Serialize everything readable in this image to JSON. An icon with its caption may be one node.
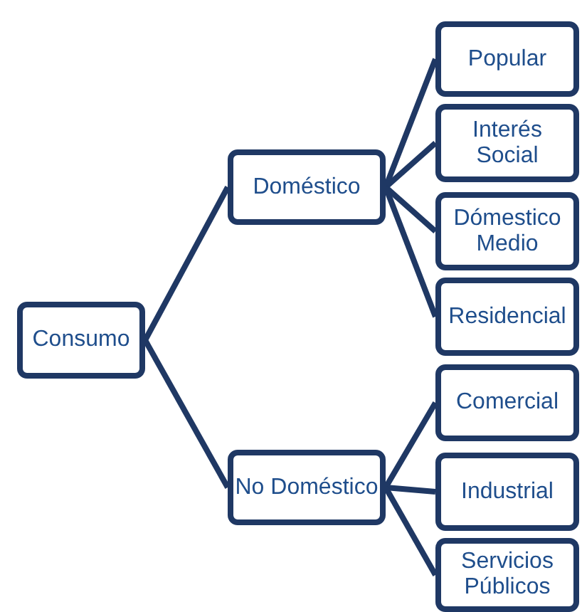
{
  "diagram": {
    "nodes": [
      {
        "text": [
          "Consumo"
        ]
      },
      {
        "text": [
          "Doméstico"
        ]
      },
      {
        "text": [
          "No Doméstico"
        ]
      },
      {
        "text": [
          "Popular"
        ]
      },
      {
        "text": [
          "Interés Social"
        ]
      },
      {
        "text": [
          "Dómestico Medio"
        ]
      },
      {
        "text": [
          "Residencial"
        ]
      },
      {
        "text": [
          "Comercial"
        ]
      },
      {
        "text": [
          "Industrial"
        ]
      },
      {
        "text": [
          "Servicios Públicos"
        ]
      }
    ],
    "edges": [
      {
        "from": 0,
        "to": 1,
        "arrow": "none"
      },
      {
        "from": 0,
        "to": 2,
        "arrow": "none"
      },
      {
        "from": 1,
        "to": 3,
        "arrow": "none"
      },
      {
        "from": 1,
        "to": 4,
        "arrow": "none"
      },
      {
        "from": 1,
        "to": 5,
        "arrow": "none"
      },
      {
        "from": 1,
        "to": 6,
        "arrow": "none"
      },
      {
        "from": 2,
        "to": 7,
        "arrow": "none"
      },
      {
        "from": 2,
        "to": 8,
        "arrow": "none"
      },
      {
        "from": 2,
        "to": 9,
        "arrow": "none"
      }
    ]
  }
}
